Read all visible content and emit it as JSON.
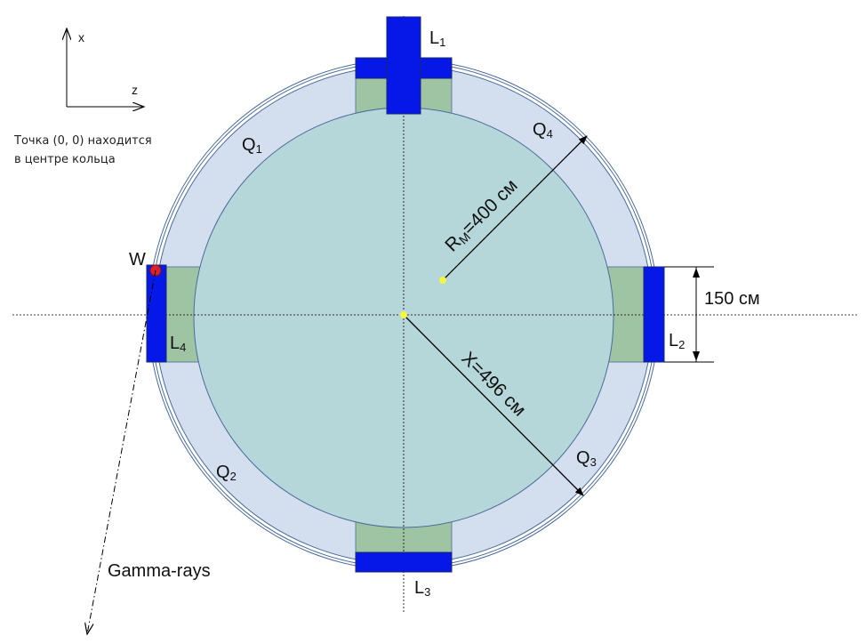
{
  "axes": {
    "x_label": "x",
    "z_label": "z"
  },
  "note": {
    "line1": "Точка (0, 0) находится",
    "line2": "в центре кольца"
  },
  "labels": {
    "L1": {
      "main": "L",
      "sub": "1"
    },
    "L2": {
      "main": "L",
      "sub": "2"
    },
    "L3": {
      "main": "L",
      "sub": "3"
    },
    "L4": {
      "main": "L",
      "sub": "4"
    },
    "Q1": {
      "main": "Q",
      "sub": "1"
    },
    "Q2": {
      "main": "Q",
      "sub": "2"
    },
    "Q3": {
      "main": "Q",
      "sub": "3"
    },
    "Q4": {
      "main": "Q",
      "sub": "4"
    },
    "W": "W",
    "gamma": "Gamma-rays"
  },
  "dimensions": {
    "rm": {
      "main": "R",
      "sub": "M",
      "rest": "=400 см"
    },
    "x_radius": "X=496 см",
    "height": "150 см"
  },
  "colors": {
    "outer_ring": "#d3deef",
    "inner_disk": "#b6d7da",
    "window": "#9fc4a4",
    "detector": "#0618e8",
    "ring_stroke": "#4a6b9a",
    "marker_yellow": "#f5f542",
    "marker_red": "#d9232b"
  }
}
